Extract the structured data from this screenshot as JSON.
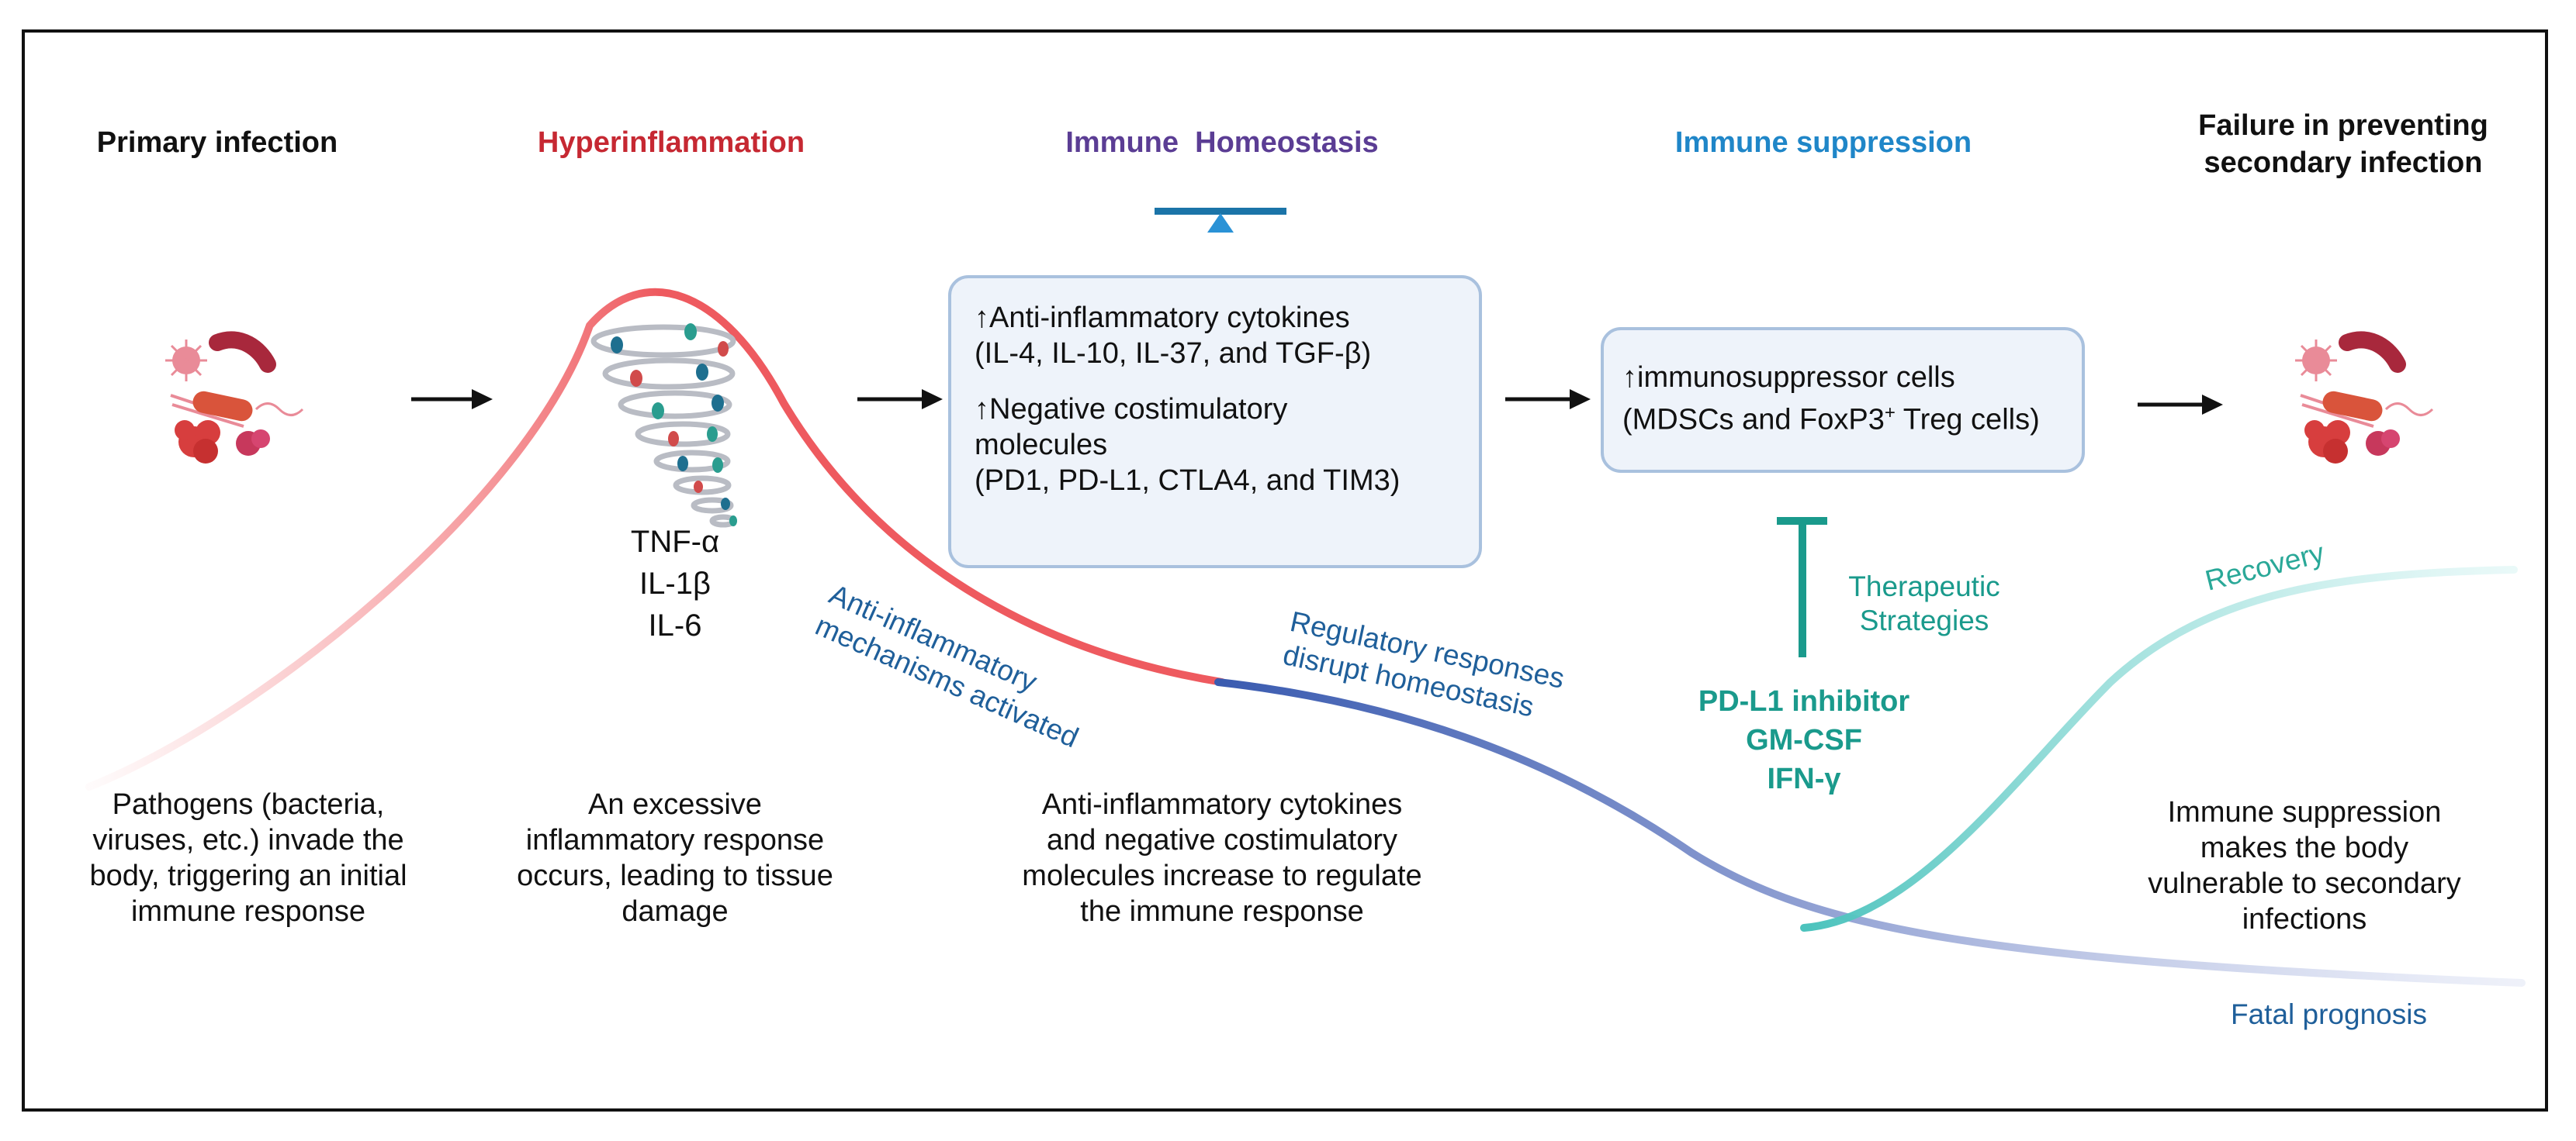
{
  "stages": {
    "primary": "Primary infection",
    "hyper": "Hyperinflammation",
    "homeo": "Immune  Homeostasis",
    "suppression": "Immune suppression",
    "failure_line1": "Failure in preventing",
    "failure_line2": "secondary infection"
  },
  "colors": {
    "hyper": "#c62832",
    "homeo": "#5b3d94",
    "suppression": "#1f86c8",
    "teal": "#1a9a8c",
    "navy": "#1f5f9a"
  },
  "cytokines": [
    "TNF-α",
    "IL-1β",
    "IL-6"
  ],
  "box_homeostasis": {
    "line1": "↑Anti-inflammatory cytokines",
    "line2": "(IL-4, IL-10, IL-37, and TGF-β)",
    "line3": "↑Negative  costimulatory",
    "line4": "molecules",
    "line5": "(PD1, PD-L1, CTLA4, and TIM3)"
  },
  "box_suppression": {
    "line1": "↑immunosuppressor cells",
    "line2_pre": "(MDSCs and FoxP3",
    "line2_sup": "+",
    "line2_post": " Treg cells)"
  },
  "curve_labels": {
    "anti_line1": "Anti-inflammatory",
    "anti_line2": "mechanisms activated",
    "reg_line1": "Regulatory responses",
    "reg_line2": "disrupt homeostasis",
    "recovery": "Recovery",
    "fatal": "Fatal prognosis"
  },
  "therapy": {
    "label_line1": "Therapeutic",
    "label_line2": "Strategies",
    "drugs": [
      "PD-L1 inhibitor",
      "GM-CSF",
      "IFN-γ"
    ]
  },
  "descriptions": {
    "primary": [
      "Pathogens (bacteria,",
      "viruses, etc.) invade the",
      "body, triggering an initial",
      "immune response"
    ],
    "hyper": [
      "An excessive",
      "inflammatory response",
      "occurs, leading to tissue",
      "damage"
    ],
    "homeo": [
      "Anti-inflammatory cytokines",
      "and negative costimulatory",
      "molecules increase to regulate",
      "the immune response"
    ],
    "failure": [
      "Immune suppression",
      "makes the body",
      "vulnerable to secondary",
      "infections"
    ]
  },
  "icons": {
    "pathogens": "pathogens-icon",
    "tornado": "cytokine-storm-icon",
    "balance": "balance-scale-icon",
    "inhibition": "inhibition-tbar-icon"
  }
}
